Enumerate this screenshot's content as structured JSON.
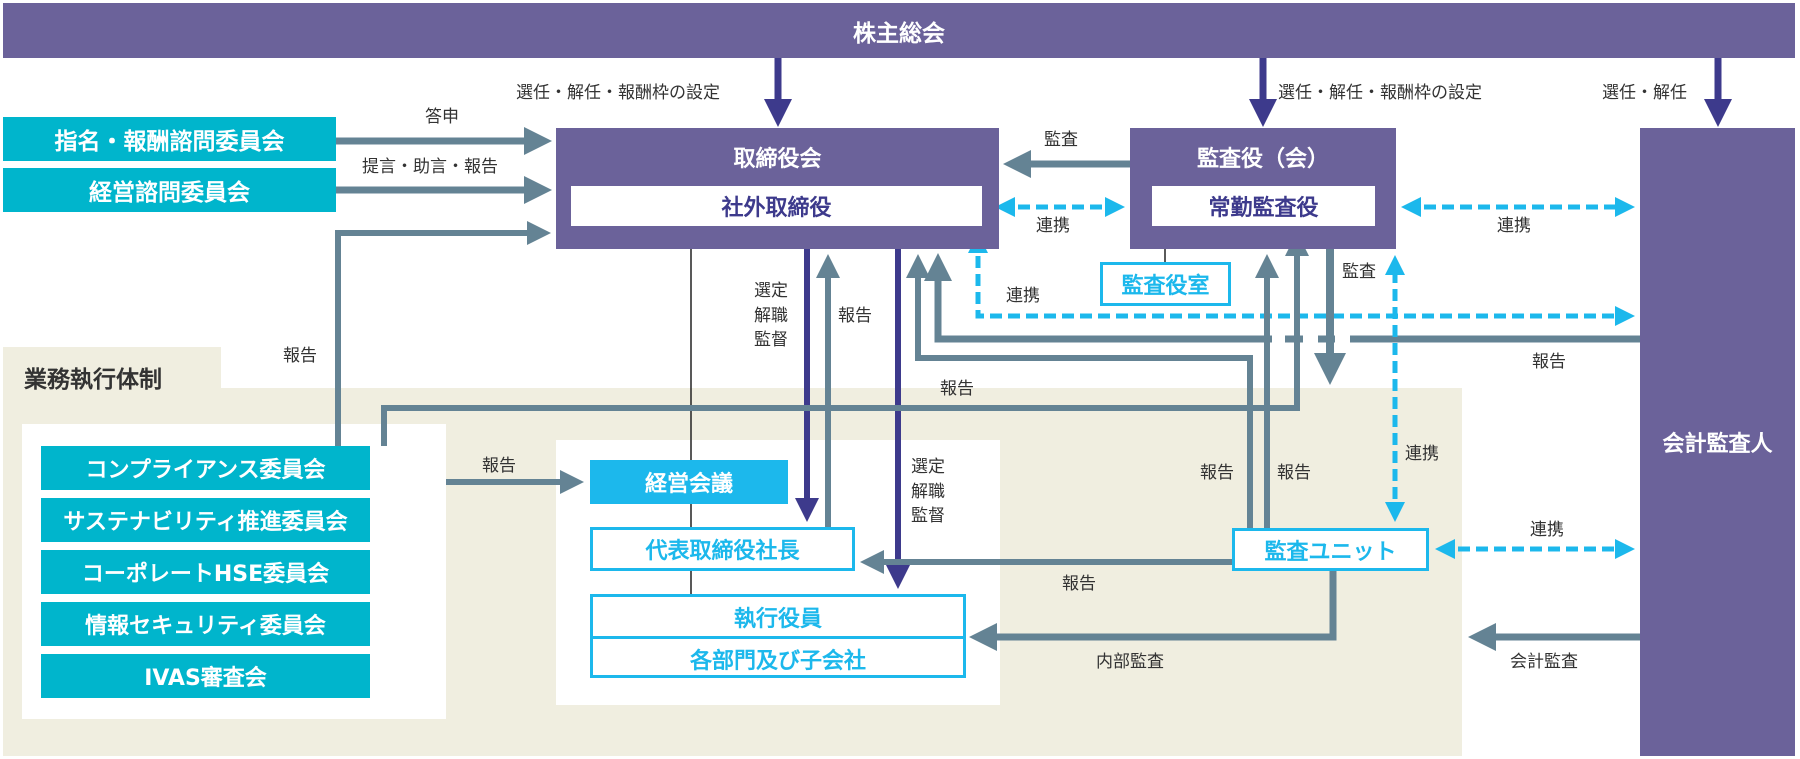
{
  "title": "株主総会",
  "colors": {
    "purple": "#6b629a",
    "teal": "#00b5cc",
    "arrow_gray": "#648394",
    "arrow_navy": "#3d3a8c",
    "link_blue": "#1cb8ec",
    "beige": "#f0eee0"
  },
  "advisory": [
    {
      "label": "指名・報酬諮問委員会",
      "relation": "答申"
    },
    {
      "label": "経営諮問委員会",
      "relation": "提言・助言・報告"
    }
  ],
  "board": {
    "title": "取締役会",
    "inner": "社外取締役"
  },
  "auditors": {
    "title": "監査役（会）",
    "inner": "常勤監査役",
    "office": "監査役室"
  },
  "accounting_auditor": "会計監査人",
  "execution": {
    "section_title": "業務執行体制",
    "committees": [
      "コンプライアンス委員会",
      "サステナビリティ推進委員会",
      "コーポレートHSE委員会",
      "情報セキュリティ委員会",
      "IVAS審査会"
    ],
    "management_meeting": "経営会議",
    "president": "代表取締役社長",
    "officers": "執行役員",
    "divisions": "各部門及び子会社",
    "audit_unit": "監査ユニット"
  },
  "labels": {
    "appoint_board": "選任・解任・報酬枠の設定",
    "appoint_auditors": "選任・解任・報酬枠の設定",
    "appoint_accounting": "選任・解任",
    "audit_board": "監査",
    "link_board_auditors": "連携",
    "link_auditors_accounting": "連携",
    "link_board_accounting": "連携",
    "report_committee_board": "報告",
    "select_president": "選定\n解職\n監督",
    "report_president_board": "報告",
    "select_officers": "選定\n解職\n監督",
    "report_accounting_board": "報告",
    "report_committee_meeting": "報告",
    "audit_auditors": "監査",
    "report_accounting": "報告",
    "link_auditors_unit": "連携",
    "report_unit_board": "報告",
    "report_unit_auditors": "報告",
    "link_unit_accounting": "連携",
    "report_unit_president": "報告",
    "internal_audit": "内部監査",
    "accounting_audit": "会計監査"
  }
}
